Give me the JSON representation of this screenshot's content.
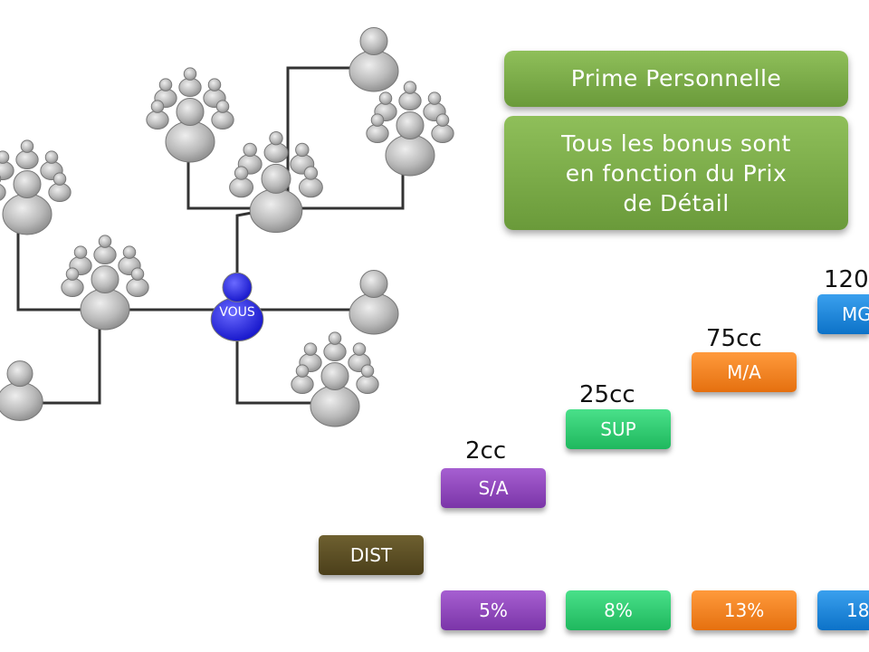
{
  "network": {
    "center_label": "VOUS"
  },
  "info": {
    "title": "Prime Personnelle",
    "subtitle_lines": [
      "Tous les bonus sont",
      "en fonction du Prix",
      "de Détail"
    ]
  },
  "ranks": [
    {
      "id": "dist",
      "label": "DIST",
      "color": "#4b3f1a"
    },
    {
      "id": "sa",
      "label": "S/A",
      "cc": "2cc",
      "color": "#7b35a8"
    },
    {
      "id": "sup",
      "label": "SUP",
      "cc": "25cc",
      "color": "#1fb85e"
    },
    {
      "id": "ma",
      "label": "M/A",
      "cc": "75cc",
      "color": "#e5700f"
    },
    {
      "id": "mg",
      "label": "MG",
      "cc": "120",
      "color": "#0c72c8"
    }
  ],
  "percentages": [
    {
      "label": "5%",
      "color": "#7b35a8"
    },
    {
      "label": "8%",
      "color": "#1fb85e"
    },
    {
      "label": "13%",
      "color": "#e5700f"
    },
    {
      "label": "18",
      "color": "#0c72c8"
    }
  ]
}
